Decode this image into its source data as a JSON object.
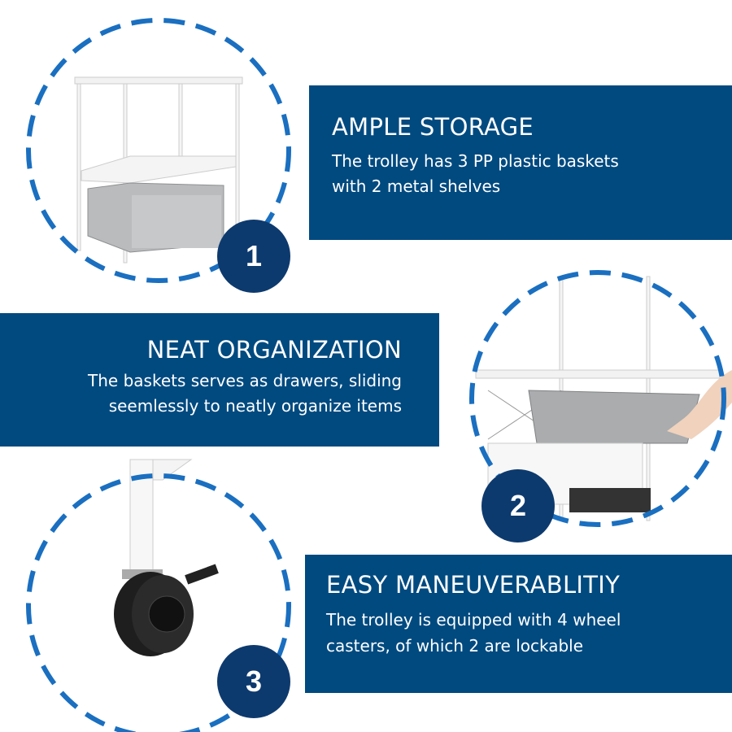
{
  "features": [
    {
      "number": "1",
      "title": "AMPLE STORAGE",
      "line1": "The trolley has 3 PP plastic baskets",
      "line2": "with 2 metal shelves"
    },
    {
      "number": "2",
      "title": "NEAT ORGANIZATION",
      "line1": "The baskets serves as drawers, sliding",
      "line2": "seemlessly to neatly organize items"
    },
    {
      "number": "3",
      "title": "EASY MANEUVERABLITIY",
      "line1": "The trolley is equipped with 4 wheel",
      "line2": "casters, of which 2 are lockable"
    }
  ],
  "colors": {
    "panel": "#004a80",
    "dash": "#1a6fc0",
    "badge": "#0d3a6e"
  }
}
